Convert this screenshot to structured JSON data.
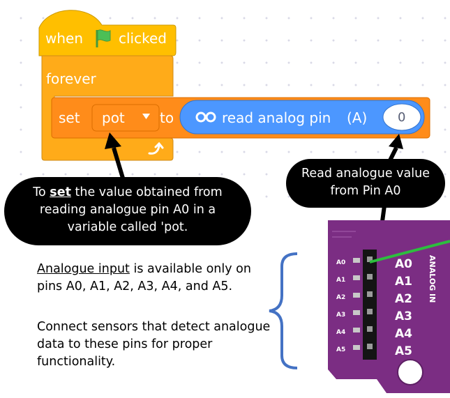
{
  "blocks": {
    "hat_when": "when",
    "hat_clicked": "clicked",
    "forever_label": "forever",
    "set_label": "set",
    "variable_name": "pot",
    "to_label": "to",
    "read_label": "read analog pin",
    "pin_label": "(A)",
    "pin_value": "0",
    "icons": [
      "green-flag-icon",
      "dropdown-arrow-icon",
      "loop-arrow-icon",
      "infinity-icon"
    ],
    "colors": {
      "events": "#FFBF00",
      "control": "#FFAB19",
      "variables": "#FF8C1A",
      "extension": "#4C97FF"
    }
  },
  "callouts": {
    "left_pre": "To ",
    "left_keyword": "set",
    "left_post": " the value obtained from",
    "left_line2": "reading analogue pin A0 in a",
    "left_line3": "variable called 'pot.",
    "right_line1": "Read analogue value",
    "right_line2": "from Pin A0"
  },
  "description": {
    "input_title": "Analogue input",
    "input_rest": " is available only on",
    "input_line2": "pins A0, A1, A2, A3, A4, and A5.",
    "connect_line1": "Connect sensors that detect analogue",
    "connect_line2": "data to these pins for proper",
    "connect_line3": "functionality."
  },
  "board": {
    "pin_labels_small": [
      "A0",
      "A1",
      "A2",
      "A3",
      "A4",
      "A5"
    ],
    "pin_labels_large": [
      "A0",
      "A1",
      "A2",
      "A3",
      "A4",
      "A5"
    ],
    "header_label": "ANALOG IN",
    "colors": {
      "pcb": "#7B2D83",
      "wire": "#2DBE3E",
      "bracket": "#4472C4"
    }
  }
}
